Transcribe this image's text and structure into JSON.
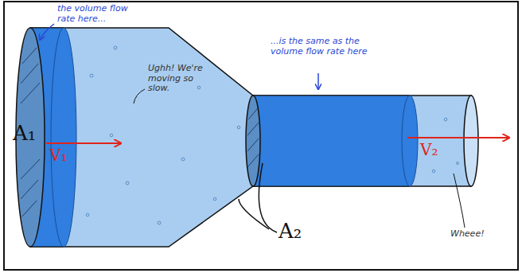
{
  "diagram": {
    "labels": [
      "the volume flow rate here...",
      "...is the same as the volume flow rate here",
      "Ughh! We're moving so slow.",
      "A₁",
      "V₁",
      "A₂",
      "V₂",
      "Wheee!"
    ]
  }
}
